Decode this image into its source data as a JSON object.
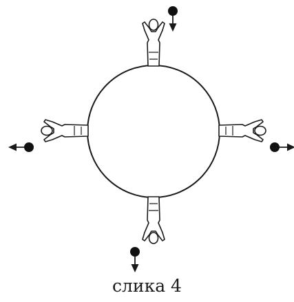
{
  "figure": {
    "caption": "слика 4",
    "colors": {
      "stroke": "#1a1a1a",
      "fill": "#ffffff",
      "ball": "#111111"
    },
    "elements": [
      "planet-circle",
      "person-figure",
      "ball",
      "down-arrow"
    ]
  }
}
